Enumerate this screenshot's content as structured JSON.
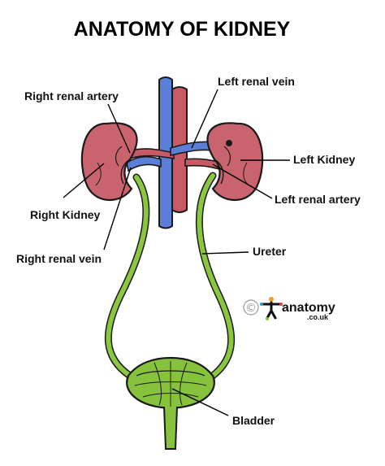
{
  "title": "ANATOMY OF KIDNEY",
  "labels": {
    "right_renal_artery": "Right renal artery",
    "left_renal_vein": "Left renal vein",
    "left_kidney": "Left Kidney",
    "left_renal_artery": "Left renal artery",
    "right_kidney": "Right Kidney",
    "right_renal_vein": "Right renal vein",
    "ureter": "Ureter",
    "bladder": "Bladder"
  },
  "logo": {
    "copyright_symbol": "©",
    "name": "anatomy",
    "domain": ".co.uk"
  },
  "colors": {
    "kidney": "#c9636d",
    "vein": "#5b7fd6",
    "artery": "#c85a66",
    "ureter": "#8cc63e",
    "bladder": "#86c23c",
    "outline": "#1a1a1a"
  }
}
